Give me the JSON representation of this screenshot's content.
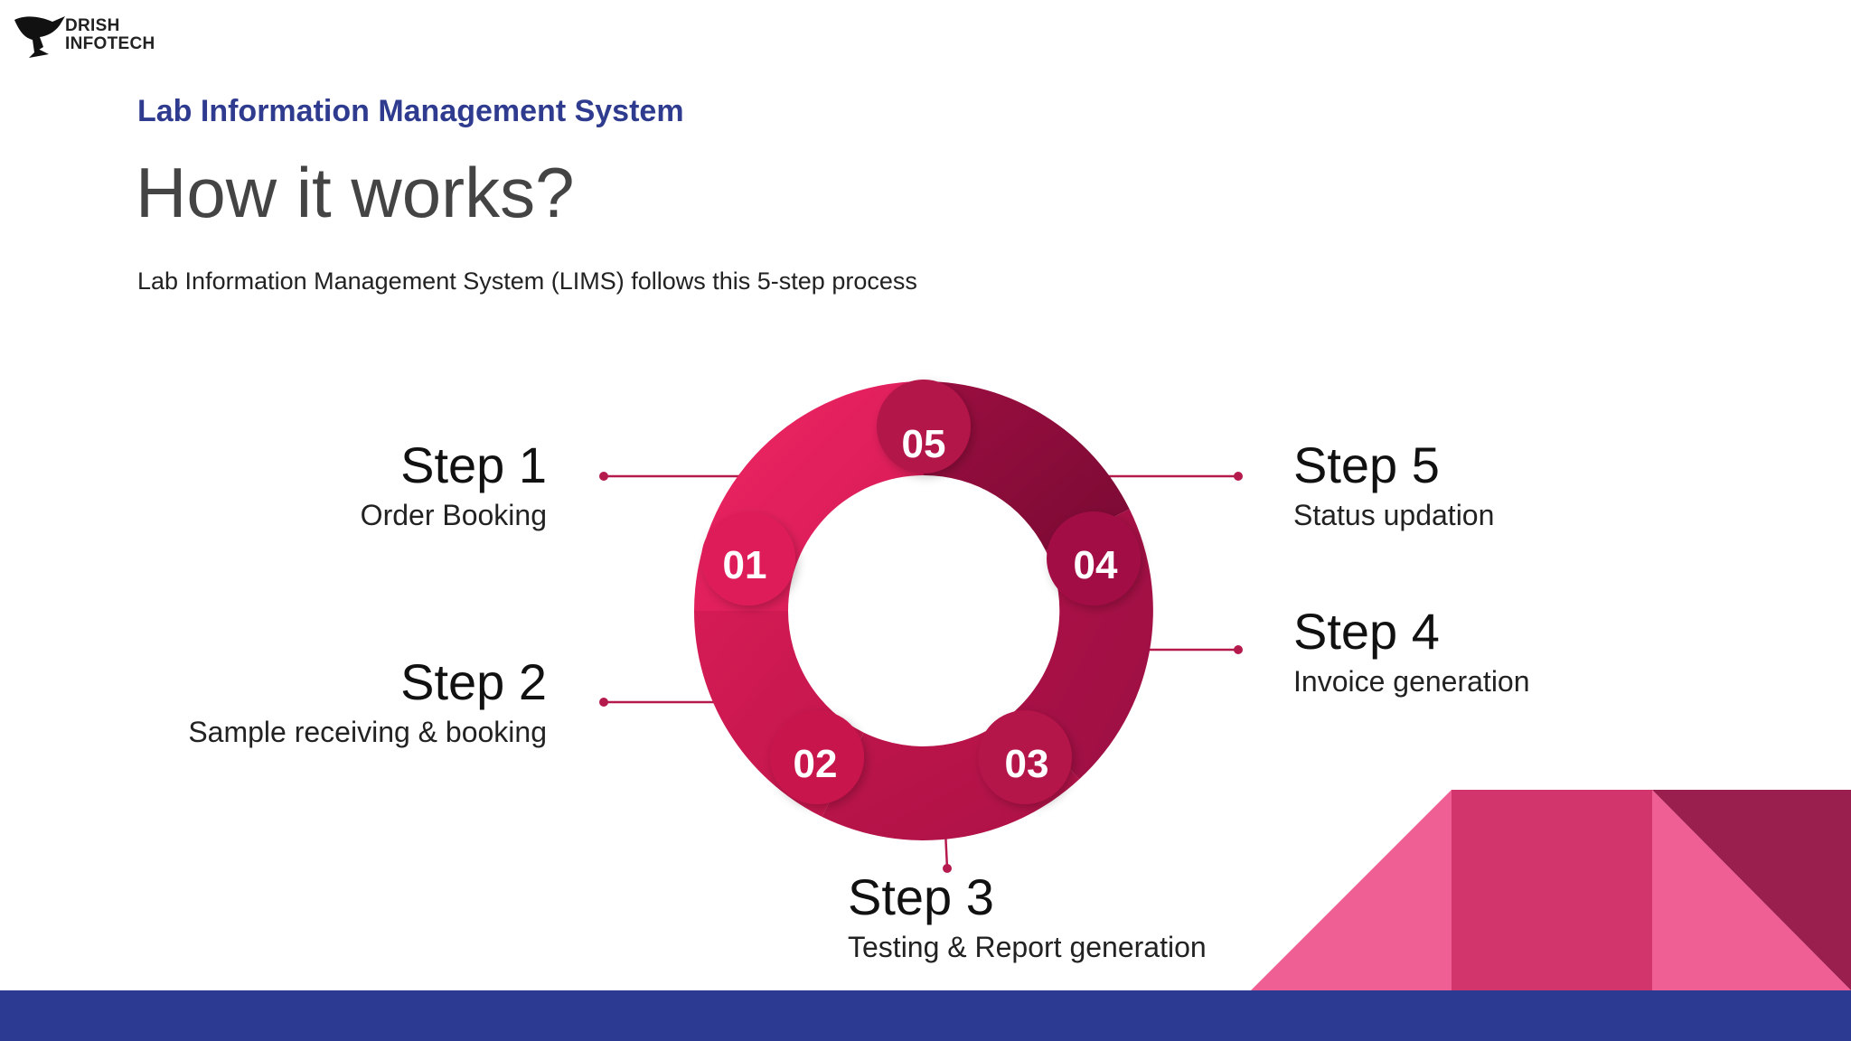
{
  "logo": {
    "line1": "DRISH",
    "line2": "INFOTECH"
  },
  "header": {
    "kicker": "Lab Information Management System",
    "title": "How it works?",
    "subtitle": "Lab Information Management System (LIMS) follows this 5-step process"
  },
  "cycle": {
    "segments": [
      {
        "number": "01",
        "color": "#e31a5c"
      },
      {
        "number": "02",
        "color": "#c8154b"
      },
      {
        "number": "03",
        "color": "#b81148"
      },
      {
        "number": "04",
        "color": "#a80f45"
      },
      {
        "number": "05",
        "color": "#8c0c3a"
      }
    ]
  },
  "steps": [
    {
      "title": "Step 1",
      "desc": "Order Booking"
    },
    {
      "title": "Step 2",
      "desc": "Sample receiving & booking"
    },
    {
      "title": "Step 3",
      "desc": "Testing & Report generation"
    },
    {
      "title": "Step 4",
      "desc": "Invoice generation"
    },
    {
      "title": "Step 5",
      "desc": "Status updation"
    }
  ],
  "colors": {
    "accent_blue": "#2d3a91",
    "accent_pink": "#d21c5a",
    "shape_light": "#ef5f93",
    "shape_mid": "#d2356b",
    "shape_dark": "#9a1f4e"
  }
}
